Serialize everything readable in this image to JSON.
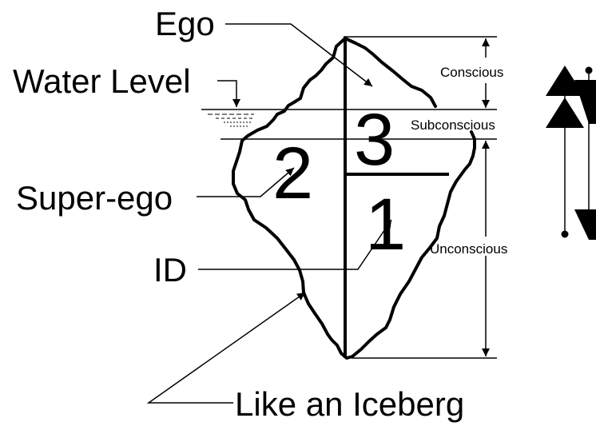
{
  "labels": {
    "ego": "Ego",
    "water_level": "Water Level",
    "super_ego": "Super-ego",
    "id": "ID",
    "iceberg": "Like an Iceberg"
  },
  "levels": {
    "conscious": "Conscious",
    "subconscious": "Subconscious",
    "unconscious": "Unconscious"
  },
  "regions": {
    "id_number": "1",
    "super_ego_number": "2",
    "ego_number": "3"
  },
  "colors": {
    "stroke": "#000000",
    "background": "#ffffff"
  }
}
